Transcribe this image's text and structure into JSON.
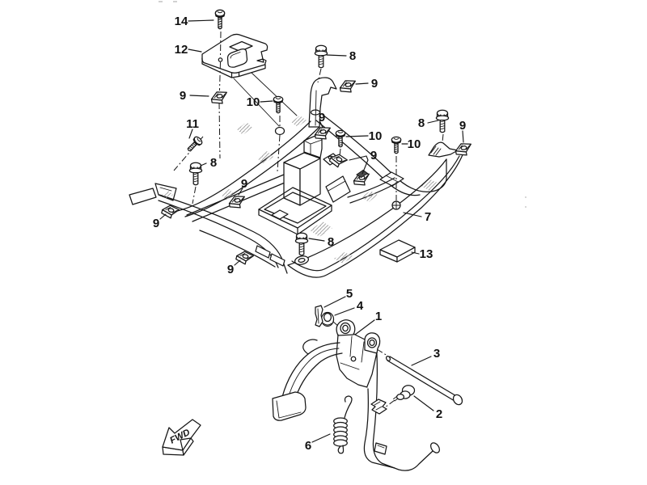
{
  "figure": {
    "type": "exploded-parts-diagram",
    "background_color": "#ffffff",
    "ink_color": "#161616",
    "hatch_color": "#9a9a9a"
  },
  "direction_label": {
    "text": "FWD"
  },
  "callouts": [
    {
      "label": "14"
    },
    {
      "label": "12"
    },
    {
      "label": "8"
    },
    {
      "label": "9"
    },
    {
      "label": "9"
    },
    {
      "label": "10"
    },
    {
      "label": "9"
    },
    {
      "label": "10"
    },
    {
      "label": "9"
    },
    {
      "label": "8"
    },
    {
      "label": "9"
    },
    {
      "label": "10"
    },
    {
      "label": "11"
    },
    {
      "label": "8"
    },
    {
      "label": "9"
    },
    {
      "label": "9"
    },
    {
      "label": "7"
    },
    {
      "label": "8"
    },
    {
      "label": "9"
    },
    {
      "label": "13"
    },
    {
      "label": "5"
    },
    {
      "label": "4"
    },
    {
      "label": "1"
    },
    {
      "label": "3"
    },
    {
      "label": "2"
    },
    {
      "label": "6"
    }
  ]
}
